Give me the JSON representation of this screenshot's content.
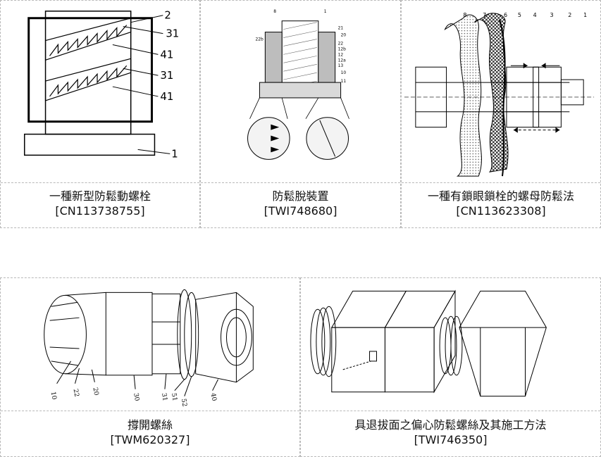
{
  "top_row": [
    {
      "title": "一種新型防鬆動螺栓",
      "number": "[CN113738755]",
      "labels": [
        "2",
        "31",
        "41",
        "31",
        "41",
        "1"
      ]
    },
    {
      "title": "防鬆脫裝置",
      "number": "[TWI748680]",
      "labels": [
        "8",
        "1",
        "22b",
        "21",
        "20",
        "22",
        "12b",
        "12",
        "12a",
        "13",
        "10",
        "11"
      ]
    },
    {
      "title": "一種有鎖眼鎖栓的螺母防鬆法",
      "number": "[CN113623308]",
      "labels": [
        "8",
        "7",
        "6",
        "5",
        "4",
        "3",
        "2",
        "1"
      ]
    }
  ],
  "bottom_row": [
    {
      "title": "撐開螺絲",
      "number": "[TWM620327]",
      "labels": [
        "10",
        "22",
        "20",
        "30",
        "31",
        "51",
        "52",
        "40"
      ]
    },
    {
      "title": "具退拔面之偏心防鬆螺絲及其施工方法",
      "number": "[TWI746350]"
    }
  ]
}
